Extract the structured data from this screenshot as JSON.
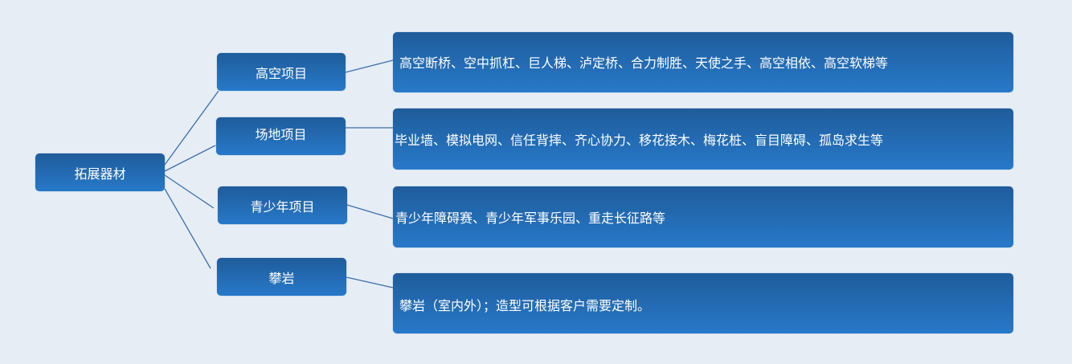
{
  "root": {
    "label": "拓展器材"
  },
  "categories": [
    {
      "label": "高空项目",
      "detail": "高空断桥、空中抓杠、巨人梯、泸定桥、合力制胜、天使之手、高空相依、高空软梯等"
    },
    {
      "label": "场地项目",
      "detail": "毕业墙、模拟电网、信任背摔、齐心协力、移花接木、梅花桩、盲目障碍、孤岛求生等"
    },
    {
      "label": "青少年项目",
      "detail": "青少年障碍赛、青少年军事乐园、重走长征路等"
    },
    {
      "label": "攀岩",
      "detail": "攀岩（室内外）；造型可根据客户需要定制。"
    }
  ]
}
